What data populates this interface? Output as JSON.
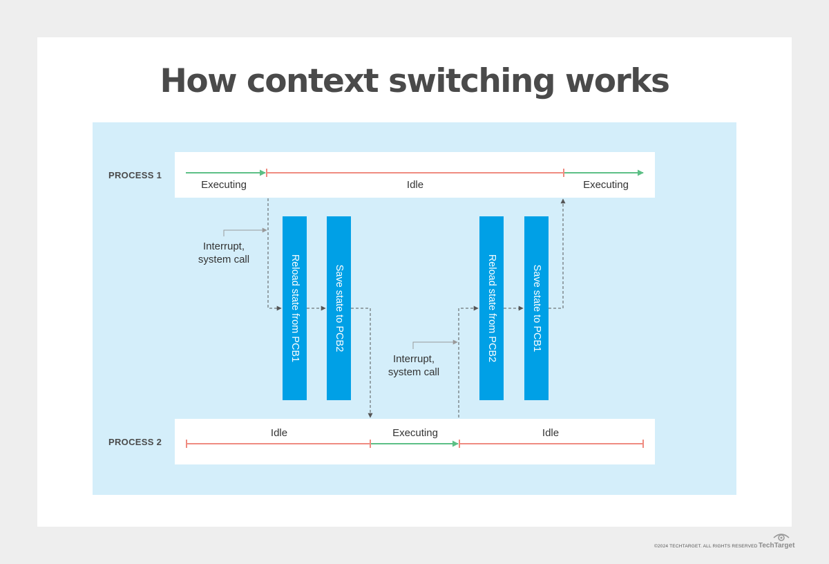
{
  "title": "How context switching works",
  "process1": {
    "label": "PROCESS 1",
    "segments": [
      {
        "state": "Executing"
      },
      {
        "state": "Idle"
      },
      {
        "state": "Executing"
      }
    ]
  },
  "process2": {
    "label": "PROCESS 2",
    "segments": [
      {
        "state": "Idle"
      },
      {
        "state": "Executing"
      },
      {
        "state": "Idle"
      }
    ]
  },
  "steps": [
    {
      "text": "Reload state from PCB1"
    },
    {
      "text": "Save state to PCB2"
    },
    {
      "text": "Reload state from PCB2"
    },
    {
      "text": "Save state to PCB1"
    }
  ],
  "triggers": [
    {
      "line1": "Interrupt,",
      "line2": "system call"
    },
    {
      "line1": "Interrupt,",
      "line2": "system call"
    }
  ],
  "footer": {
    "copyright": "©2024 TECHTARGET. ALL RIGHTS RESERVED",
    "logo": "TechTarget"
  },
  "colors": {
    "executing": "#5cbf85",
    "idle": "#ef8b80",
    "bar": "#00a0e6",
    "panel": "#d4eefa",
    "dashed": "#555555",
    "pointer": "#999999"
  }
}
